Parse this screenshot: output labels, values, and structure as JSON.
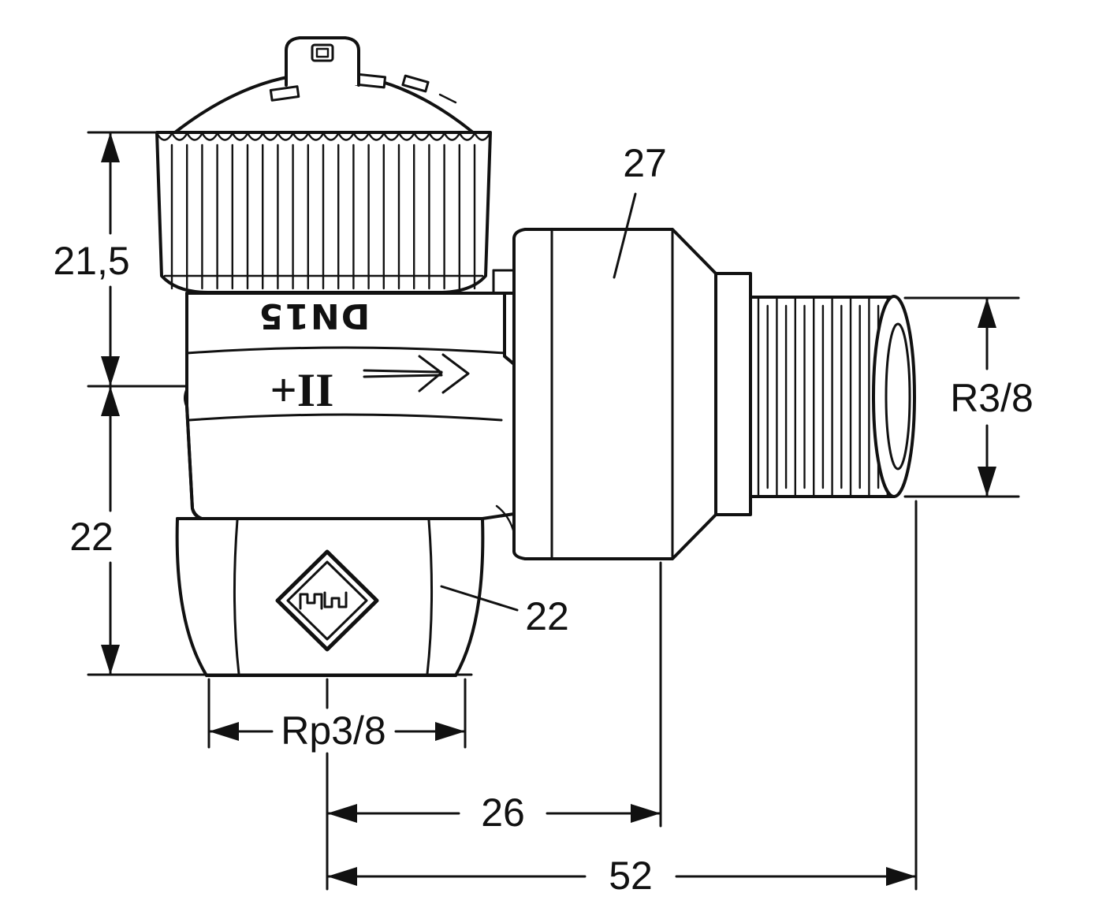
{
  "page": {
    "background": "#ffffff",
    "line_color": "#111111"
  },
  "drawing": {
    "type": "technical-dimension-drawing",
    "subject": "angle thermostatic radiator valve with union nut and external thread",
    "markings": {
      "dn_label": "DN15",
      "preset_label": "+II"
    },
    "dimensions": {
      "cap_height": "21,5",
      "body_height": "22",
      "union_nut_width_af": "27",
      "external_thread": "R3/8",
      "hex_width_af": "22",
      "internal_thread": "Rp3/8",
      "center_to_union_nut": "26",
      "center_to_thread_end": "52"
    }
  }
}
